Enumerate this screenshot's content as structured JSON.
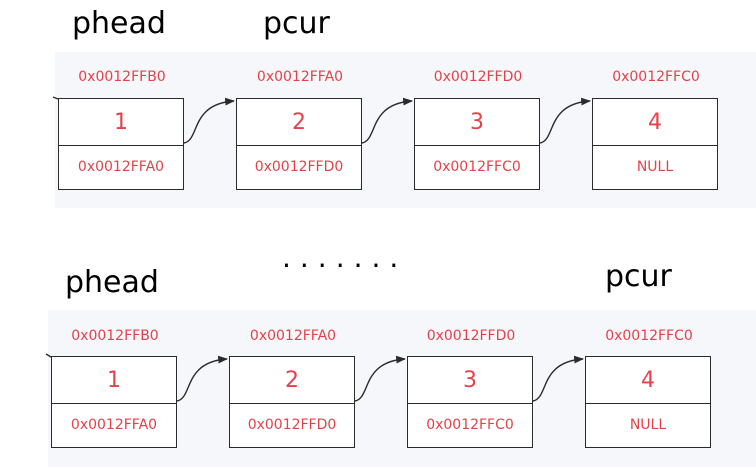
{
  "top": {
    "head_label": "phead",
    "cur_label": "pcur",
    "nodes": [
      {
        "addr": "0x0012FFB0",
        "value": "1",
        "next": "0x0012FFA0"
      },
      {
        "addr": "0x0012FFA0",
        "value": "2",
        "next": "0x0012FFD0"
      },
      {
        "addr": "0x0012FFD0",
        "value": "3",
        "next": "0x0012FFC0"
      },
      {
        "addr": "0x0012FFC0",
        "value": "4",
        "next": "NULL"
      }
    ]
  },
  "ellipsis": ".......",
  "bottom": {
    "head_label": "phead",
    "cur_label": "pcur",
    "nodes": [
      {
        "addr": "0x0012FFB0",
        "value": "1",
        "next": "0x0012FFA0"
      },
      {
        "addr": "0x0012FFA0",
        "value": "2",
        "next": "0x0012FFD0"
      },
      {
        "addr": "0x0012FFD0",
        "value": "3",
        "next": "0x0012FFC0"
      },
      {
        "addr": "0x0012FFC0",
        "value": "4",
        "next": "NULL"
      }
    ]
  },
  "colors": {
    "accent": "#e4424a",
    "panel": "#f6f7fa",
    "border": "#2b2b2b"
  }
}
